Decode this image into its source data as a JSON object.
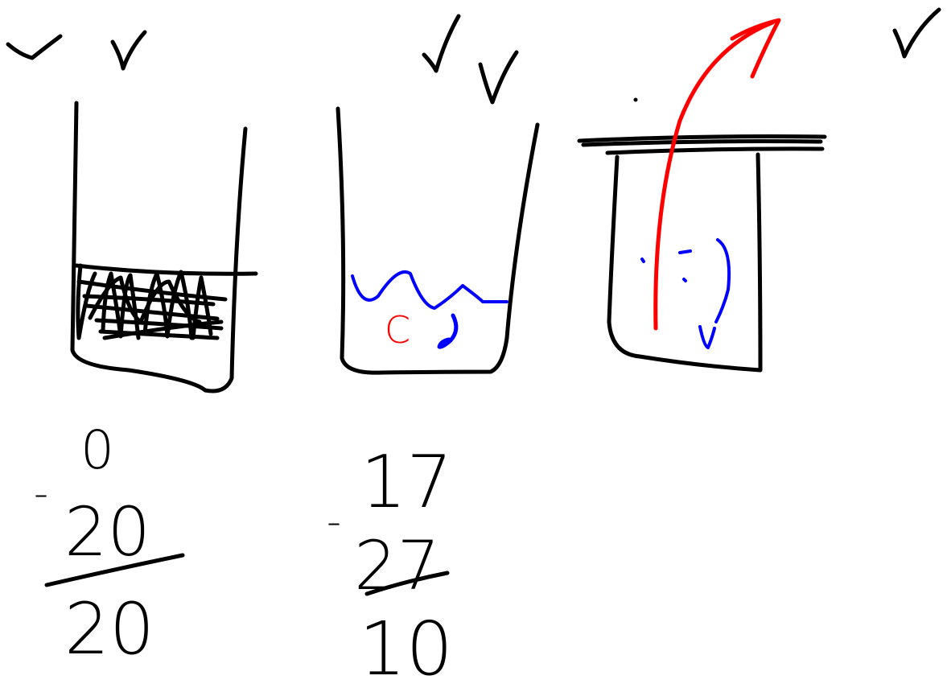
{
  "colors": {
    "ink": "#000000",
    "red": "#ff0000",
    "blue": "#0000ff",
    "background": "#ffffff"
  },
  "beaker1": {
    "top_value": "0",
    "subtracted_value": "20",
    "result_value": "20",
    "minus_sign": "-"
  },
  "beaker2": {
    "top_value": "17",
    "subtracted_value": "27",
    "result_value": "10",
    "minus_sign": "-",
    "label": "C"
  },
  "icons": [
    "check-icon",
    "check-icon",
    "check-icon",
    "check-icon",
    "check-icon",
    "arrow-up-icon"
  ]
}
